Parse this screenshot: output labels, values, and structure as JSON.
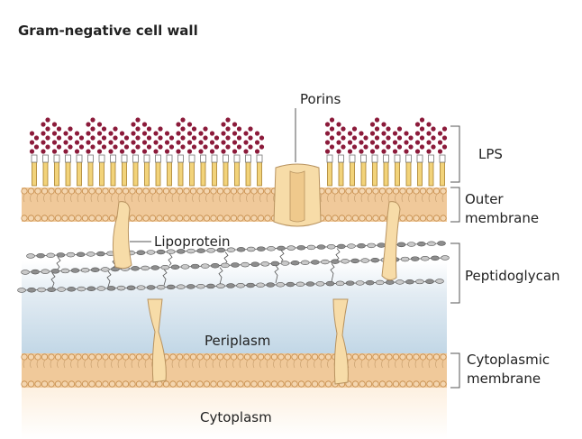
{
  "title": "Gram-negative cell wall",
  "labels": {
    "porins": "Porins",
    "lps": "LPS",
    "outer_membrane_1": "Outer",
    "outer_membrane_2": "membrane",
    "lipoprotein": "Lipoprotein",
    "peptidoglycan": "Peptidoglycan",
    "periplasm": "Periplasm",
    "cytoplasmic_membrane_1": "Cytoplasmic",
    "cytoplasmic_membrane_2": "membrane",
    "cytoplasm": "Cytoplasm"
  },
  "colors": {
    "lps_bead": "#8b1a3a",
    "lipid_head": "#f0c99a",
    "lipid_tail": "#e6b24a",
    "protein": "#f7dca8",
    "protein_stroke": "#b89360",
    "periplasm_top": "#ffffff",
    "periplasm_bottom": "#c9dcea",
    "cytoplasm": "#fbe9d5",
    "glycan": "#b0b0b0"
  }
}
